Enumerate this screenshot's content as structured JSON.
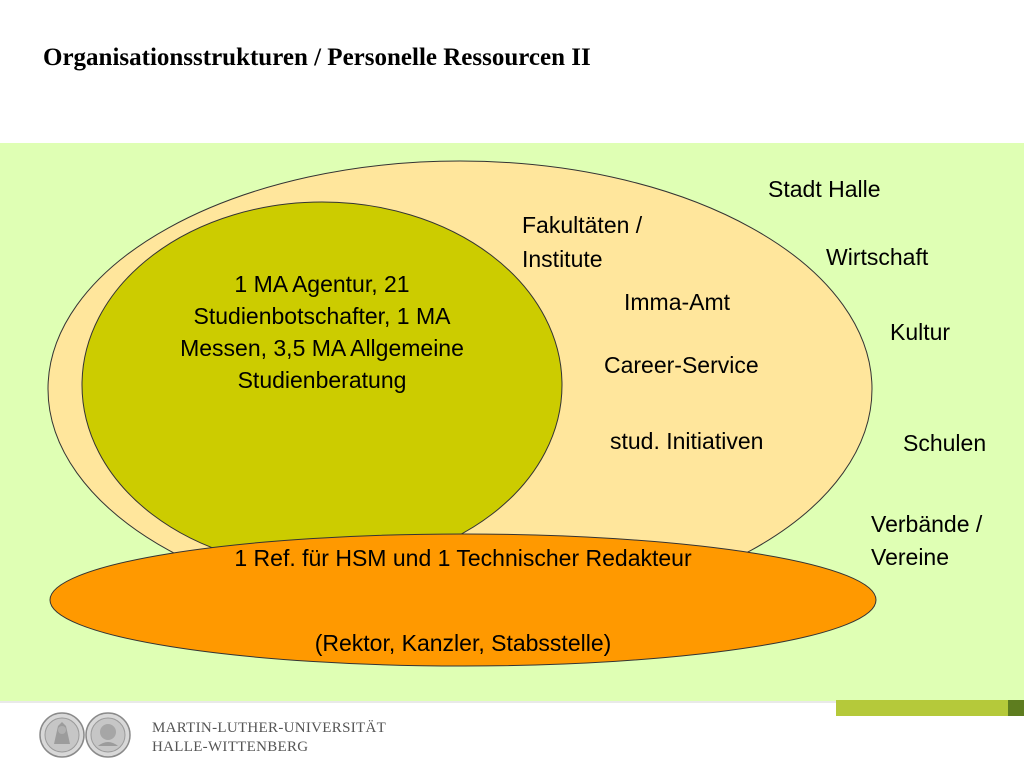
{
  "slide": {
    "title": "Organisationsstrukturen / Personelle Ressourcen II"
  },
  "diagram": {
    "core_text": "1 MA Agentur, 21 Studienbotschafter, 1 MA Messen, 3,5 MA Allgemeine Studienberatung",
    "university_labels": {
      "faculties": "Fakultäten /",
      "institutes": "Institute",
      "imma_amt": "Imma-Amt",
      "career_service": "Career-Service",
      "student_initiatives": "stud. Initiativen"
    },
    "external_labels": {
      "city": "Stadt Halle",
      "economy": "Wirtschaft",
      "culture": "Kultur",
      "schools": "Schulen",
      "associations_line1": "Verbände /",
      "associations_line2": "Vereine"
    },
    "management": {
      "line1": "1 Ref. für HSM und 1 Technischer Redakteur",
      "line2": "(Rektor, Kanzler, Stabsstelle)"
    },
    "colors": {
      "background_panel": "#dfffb4",
      "university_ellipse": "#ffe69c",
      "core_ellipse": "#cccc00",
      "management_ellipse": "#ff9900"
    }
  },
  "footer": {
    "university_line1": "MARTIN-LUTHER-UNIVERSITÄT",
    "university_line2": "HALLE-WITTENBERG",
    "logo": "university-seals-logo"
  }
}
